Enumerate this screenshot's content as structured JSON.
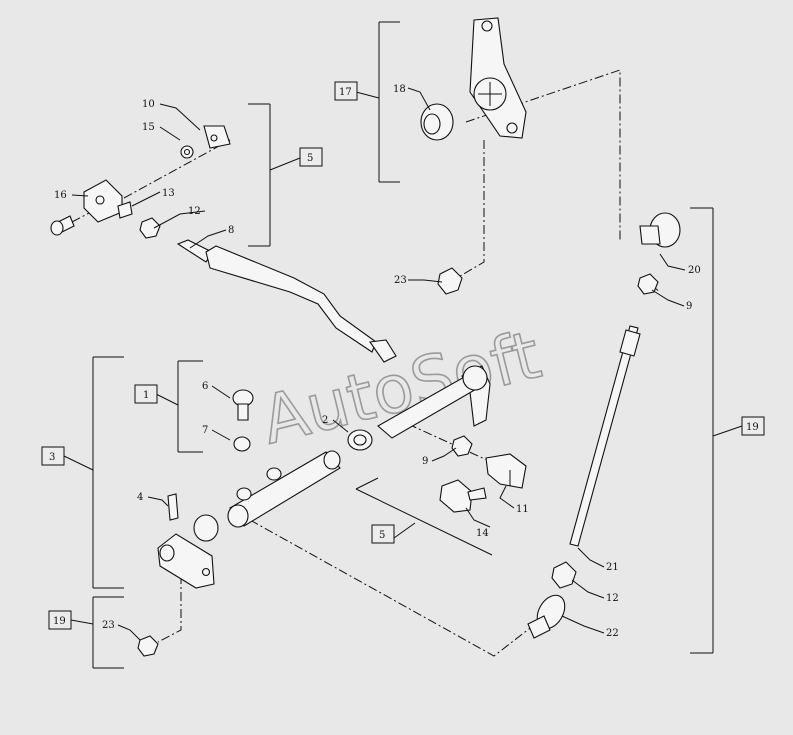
{
  "watermark": "AutoSoft",
  "callouts": {
    "n1": "1",
    "n2": "2",
    "n3": "3",
    "n4": "4",
    "n5a": "5",
    "n5b": "5",
    "n6": "6",
    "n7": "7",
    "n8": "8",
    "n9a": "9",
    "n9b": "9",
    "n10": "10",
    "n11": "11",
    "n12a": "12",
    "n12b": "12",
    "n13": "13",
    "n14": "14",
    "n15": "15",
    "n16": "16",
    "n17": "17",
    "n18": "18",
    "n19a": "19",
    "n19b": "19",
    "n20": "20",
    "n21": "21",
    "n22": "22",
    "n23a": "23",
    "n23b": "23"
  }
}
